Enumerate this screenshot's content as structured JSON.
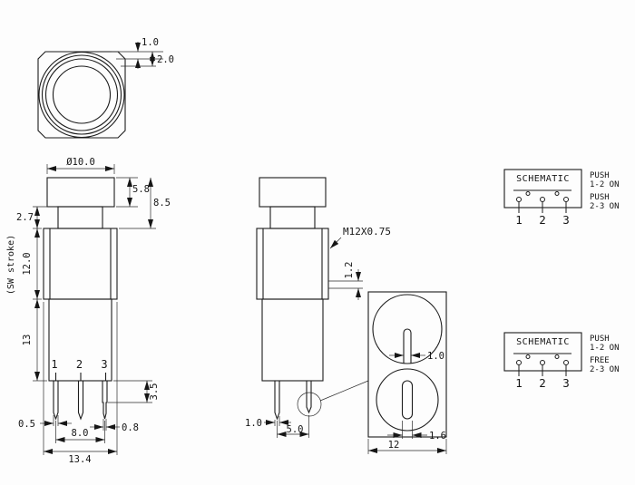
{
  "top_view": {
    "dim_edge": "1.0",
    "dim_bezel": "2.0"
  },
  "front_view": {
    "dim_cap_dia": "Ø10.0",
    "dim_cap_h": "5.8",
    "dim_cap_neck_h": "8.5",
    "dim_stroke": "2.7",
    "stroke_note": "(SW stroke)",
    "dim_body_h": "12.0",
    "dim_base_h": "13",
    "dim_pin_shoulder": "3.5",
    "dim_pin_thk": "0.5",
    "dim_pin_span": "8.0",
    "dim_pin_tip": "0.8",
    "dim_body_w": "13.4",
    "pin_labels": [
      "1",
      "2",
      "3"
    ]
  },
  "side_view": {
    "thread_spec": "M12X0.75",
    "dim_thread": "1.2",
    "dim_pin_w": "1.0",
    "dim_pin_span": "5.0",
    "dim_panel_w": "12"
  },
  "detail_view": {
    "dim_key_slot": "1.0",
    "dim_led_slot": "1.6"
  },
  "schematics": [
    {
      "title": "SCHEMATIC",
      "pins": [
        "1",
        "2",
        "3"
      ],
      "states": [
        {
          "action": "PUSH",
          "result": "1-2 ON"
        },
        {
          "action": "PUSH",
          "result": "2-3 ON"
        }
      ]
    },
    {
      "title": "SCHEMATIC",
      "pins": [
        "1",
        "2",
        "3"
      ],
      "states": [
        {
          "action": "PUSH",
          "result": "1-2 ON"
        },
        {
          "action": "FREE",
          "result": "2-3 ON"
        }
      ]
    }
  ]
}
